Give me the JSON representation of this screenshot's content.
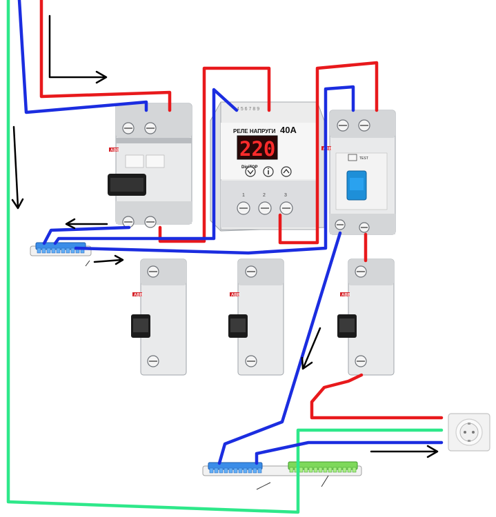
{
  "voltage_relay": {
    "label": "РЕЛЕ НАПРУГИ",
    "rating": "40A",
    "display": "220",
    "brand": "DigiTOP",
    "top_terminals": "4 5 6 7 8 9",
    "bottom_terminals": [
      "1",
      "2",
      "3"
    ]
  },
  "breaker_brand": "ABB",
  "rcd": {
    "test_label": "TEST"
  },
  "colors": {
    "phase": "#e8191c",
    "neutral": "#1b2de0",
    "ground": "#2ee88a",
    "flow_arrow": "#000000"
  },
  "icons": {
    "relay_button_1": "down-arrow-icon",
    "relay_button_2": "info-icon",
    "relay_button_3": "up-arrow-icon"
  }
}
